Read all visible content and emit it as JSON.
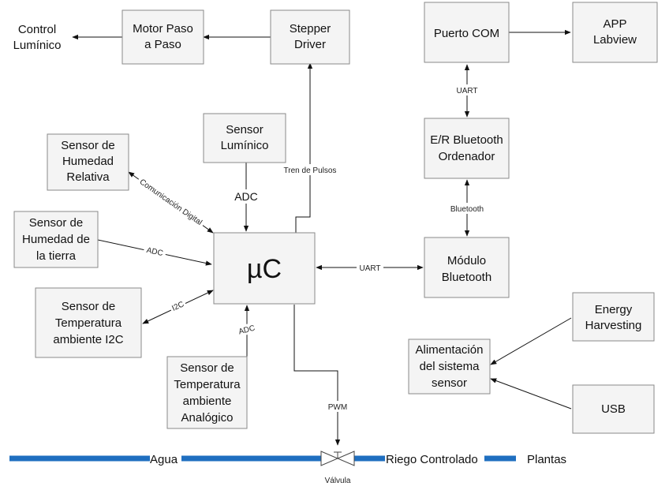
{
  "nodes": {
    "control_luminico": [
      "Control",
      "Lumínico"
    ],
    "motor": [
      "Motor Paso",
      "a Paso"
    ],
    "stepper": [
      "Stepper",
      "Driver"
    ],
    "puerto_com": [
      "Puerto COM"
    ],
    "app_labview": [
      "APP",
      "Labview"
    ],
    "sensor_luminico": [
      "Sensor",
      "Lumínico"
    ],
    "hum_relativa": [
      "Sensor de",
      "Humedad",
      "Relativa"
    ],
    "bt_ordenador": [
      "E/R Bluetooth",
      "Ordenador"
    ],
    "hum_tierra": [
      "Sensor de",
      "Humedad de",
      "la tierra"
    ],
    "uc": [
      "µC"
    ],
    "modulo_bt": [
      "Módulo",
      "Bluetooth"
    ],
    "temp_i2c": [
      "Sensor de",
      "Temperatura",
      "ambiente I2C"
    ],
    "energy": [
      "Energy",
      "Harvesting"
    ],
    "alimentacion": [
      "Alimentación",
      "del sistema",
      "sensor"
    ],
    "temp_analog": [
      "Sensor de",
      "Temperatura",
      "ambiente",
      "Analógico"
    ],
    "usb": [
      "USB"
    ]
  },
  "edge_labels": {
    "uart_top": "UART",
    "tren_pulsos": "Tren de Pulsos",
    "bluetooth": "Bluetooth",
    "adc_luminico": "ADC",
    "comunicacion_digital": "Comunicación Digital",
    "adc_tierra": "ADC",
    "uart_mid": "UART",
    "i2c": "I2C",
    "adc_analog": "ADC",
    "pwm": "PWM"
  },
  "pipeline": {
    "agua": "Agua",
    "riego": "Riego Controlado",
    "plantas": "Plantas",
    "valvula": "Válvula"
  }
}
